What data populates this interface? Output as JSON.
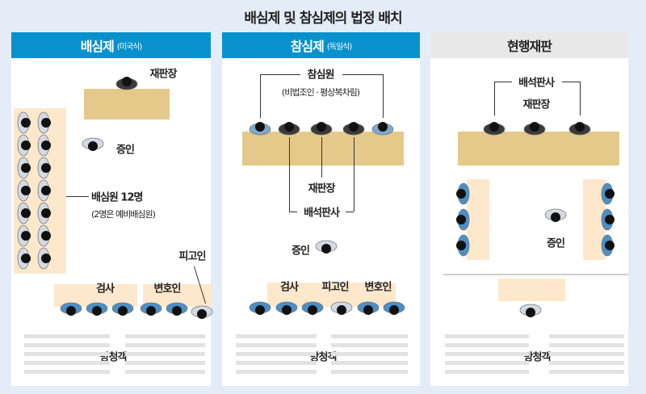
{
  "title": "배심제 및 참심제의 법정 배치",
  "panels": [
    {
      "heading": "배심제",
      "sub": "(미국식)",
      "judge": "재판장",
      "witness": "증인",
      "jury": "배심원  12명",
      "jury_note": "(2명은 예비배심원)",
      "prosecutor": "검사",
      "defense": "변호인",
      "defendant": "피고인",
      "gallery": "방청객"
    },
    {
      "heading": "참심제",
      "sub": "(독일식)",
      "lay_judges": "참심원",
      "lay_note": "(비법조인 · 평상복차림)",
      "judge": "재판장",
      "associate": "배석판사",
      "witness": "증인",
      "prosecutor": "검사",
      "defendant": "피고인",
      "defense": "변호인",
      "gallery": "방청객"
    },
    {
      "heading": "현행재판",
      "associate": "배석판사",
      "judge": "재판장",
      "witness": "증인",
      "gallery": "방청객"
    }
  ],
  "colors": {
    "header": "#0891cc",
    "desk": "#e5c98a",
    "box": "#fde8cc",
    "lawyer": "#4a90c8"
  }
}
